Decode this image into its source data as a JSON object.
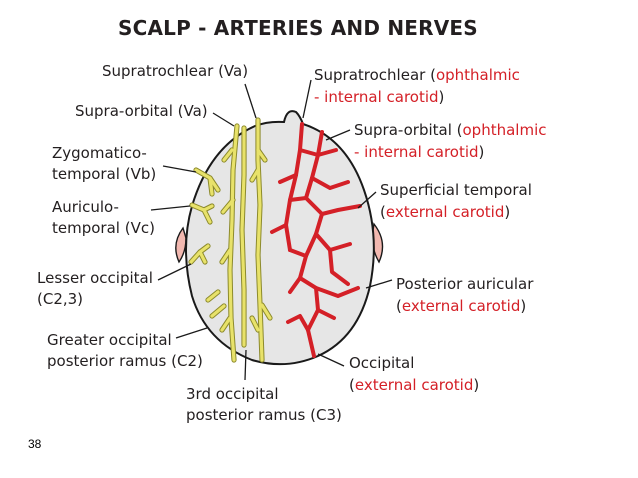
{
  "title": "SCALP - ARTERIES AND NERVES",
  "page_number": "38",
  "colors": {
    "artery": "#d42027",
    "nerve": "#e8e26a",
    "nerve_outline": "#8c8a2c",
    "scalp_fill": "#e6e6e6",
    "outline": "#1a1a1a",
    "ear": "#f2b8b0"
  },
  "nerves": [
    {
      "key": "supratrochlear_n",
      "label": "Supratrochlear (Va)"
    },
    {
      "key": "supraorbital_n",
      "label": "Supra-orbital (Va)"
    },
    {
      "key": "zygomatico",
      "line1": "Zygomatico-",
      "line2": "temporal (Vb)"
    },
    {
      "key": "auriculo",
      "line1": "Auriculo-",
      "line2": "temporal (Vc)"
    },
    {
      "key": "lesser_occ",
      "line1": "Lesser occipital",
      "line2": "(C2,3)"
    },
    {
      "key": "greater_occ",
      "line1": "Greater occipital",
      "line2": "posterior ramus (C2)"
    },
    {
      "key": "third_occ",
      "line1": "3rd occipital",
      "line2": "posterior ramus (C3)"
    }
  ],
  "arteries": [
    {
      "key": "supratrochlear_a",
      "name": "Supratrochlear (",
      "source1": "ophthalmic",
      "source2": "- internal carotid",
      "close": ")"
    },
    {
      "key": "supraorbital_a",
      "name": "Supra-orbital (",
      "source1": "ophthalmic",
      "source2": "- internal carotid",
      "close": ")"
    },
    {
      "key": "superficial_temporal",
      "name": "Superficial temporal",
      "source": "external carotid",
      "open": "(",
      "close": ")"
    },
    {
      "key": "posterior_auricular",
      "name": "Posterior auricular",
      "source": "external carotid",
      "open": "(",
      "close": ")"
    },
    {
      "key": "occipital",
      "name": "Occipital",
      "source": "external carotid",
      "open": "(",
      "close": ")"
    }
  ]
}
